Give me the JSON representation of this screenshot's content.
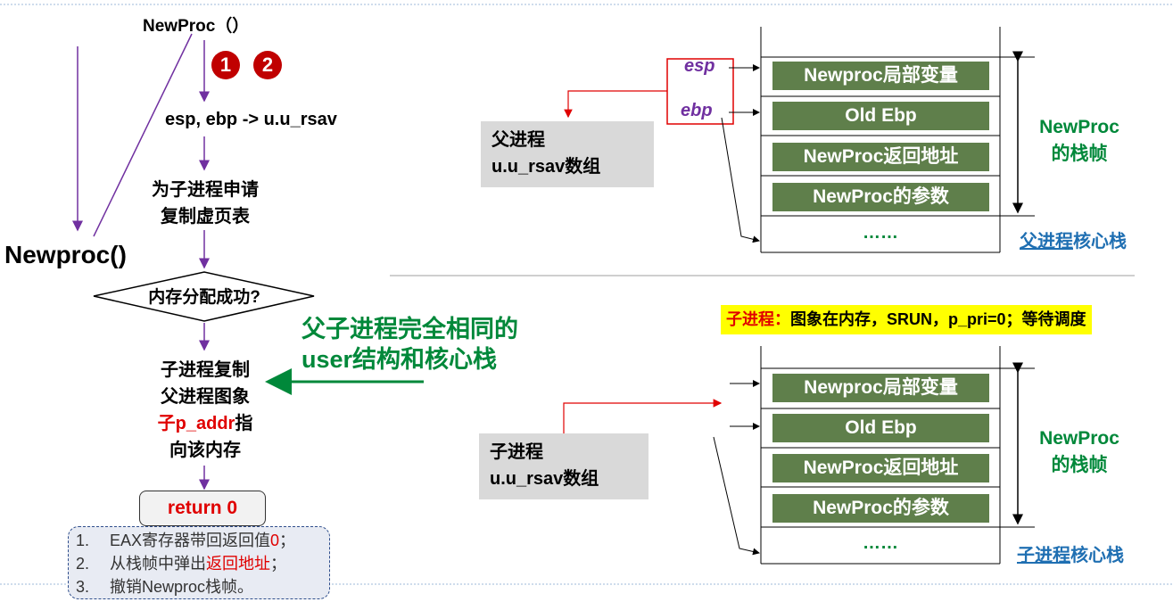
{
  "flow": {
    "title": "NewProc（）",
    "badge1": "1",
    "badge2": "2",
    "step1": "esp, ebp -> u.u_rsav",
    "step2_line1": "为子进程申请",
    "step2_line2": "复制虚页表",
    "side_label": "Newproc()",
    "decision": "内存分配成功?",
    "step3_line1": "子进程复制",
    "step3_line2": "父进程图象",
    "step3_line3_red": "子p_addr",
    "step3_line3_rest": "指",
    "step3_line4": "向该内存",
    "return_label": "return 0",
    "notes": [
      {
        "num": "1.",
        "text_pre": "EAX寄存器带回返回值",
        "text_red": "0",
        "text_post": "；"
      },
      {
        "num": "2.",
        "text_pre": "从栈帧中弹出",
        "text_red": "返回地址",
        "text_post": "；"
      },
      {
        "num": "3.",
        "text_pre": "撤销Newproc栈帧。",
        "text_red": "",
        "text_post": ""
      }
    ]
  },
  "callout": {
    "line1": "父子进程完全相同的",
    "line2": "user结构和核心栈"
  },
  "parent": {
    "rsav_line1": "父进程",
    "rsav_line2": "u.u_rsav数组",
    "esp": "esp",
    "ebp": "ebp",
    "cells": [
      "Newproc局部变量",
      "Old Ebp",
      "NewProc返回地址",
      "NewProc的参数"
    ],
    "dots": "……",
    "frame_label_line1": "NewProc",
    "frame_label_line2": "的栈帧",
    "stack_name_underlined": "父进程",
    "stack_name_rest": "核心栈"
  },
  "child": {
    "status_red": "子进程：",
    "status_rest": "图象在内存，SRUN，p_pri=0；等待调度",
    "rsav_line1": "子进程",
    "rsav_line2": "u.u_rsav数组",
    "cells": [
      "Newproc局部变量",
      "Old Ebp",
      "NewProc返回地址",
      "NewProc的参数"
    ],
    "dots": "……",
    "frame_label_line1": "NewProc",
    "frame_label_line2": "的栈帧",
    "stack_name_underlined": "子进程",
    "stack_name_rest": "核心栈"
  },
  "colors": {
    "purple_arrow": "#7030a0",
    "green_cell": "#5f7f4b",
    "green_text": "#00883a",
    "red": "#e00000",
    "blue_link": "#1f6fb2",
    "status_bg": "#ffff00"
  }
}
